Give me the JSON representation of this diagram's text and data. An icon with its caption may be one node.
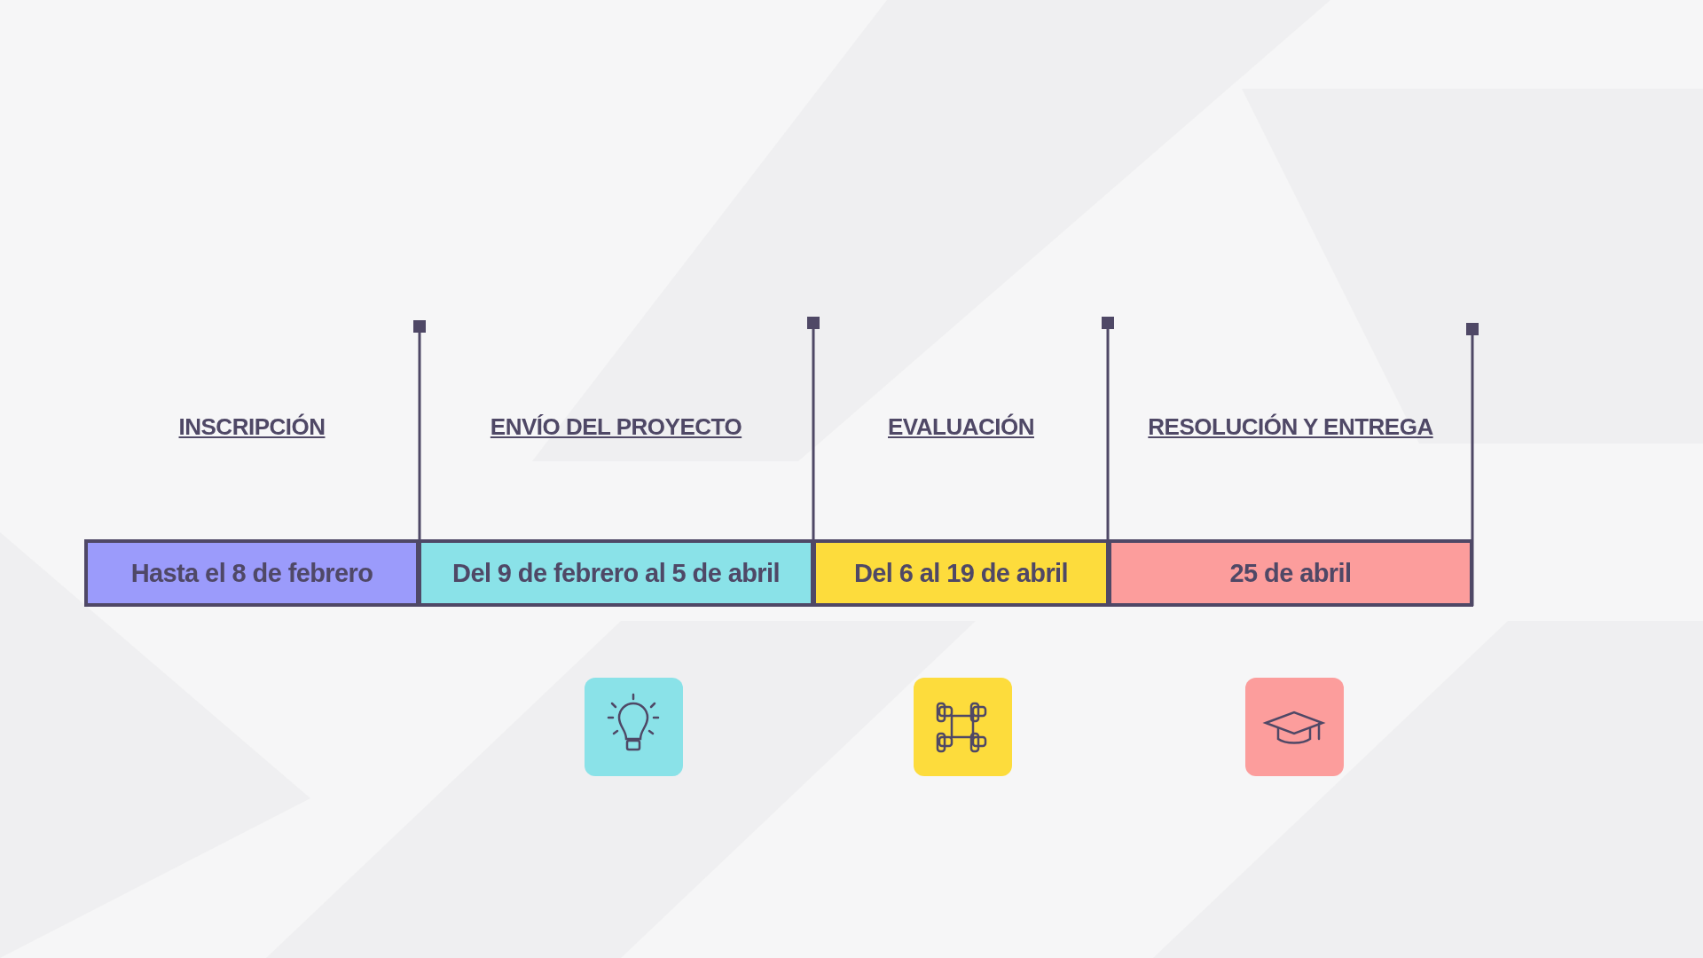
{
  "diagram": {
    "nodes": [
      {
        "text": [
          "Hasta el 8 de febrero"
        ]
      },
      {
        "text": [
          "Del 9 de febrero al 5 de abril"
        ]
      },
      {
        "text": [
          "Del 6 al 19 de abril"
        ]
      },
      {
        "text": [
          "25 de abril"
        ]
      }
    ],
    "labels": [
      "INSCRIPCIÓN",
      "ENVÍO DEL PROYECTO",
      "EVALUACIÓN",
      "RESOLUCIÓN Y ENTREGA"
    ]
  }
}
